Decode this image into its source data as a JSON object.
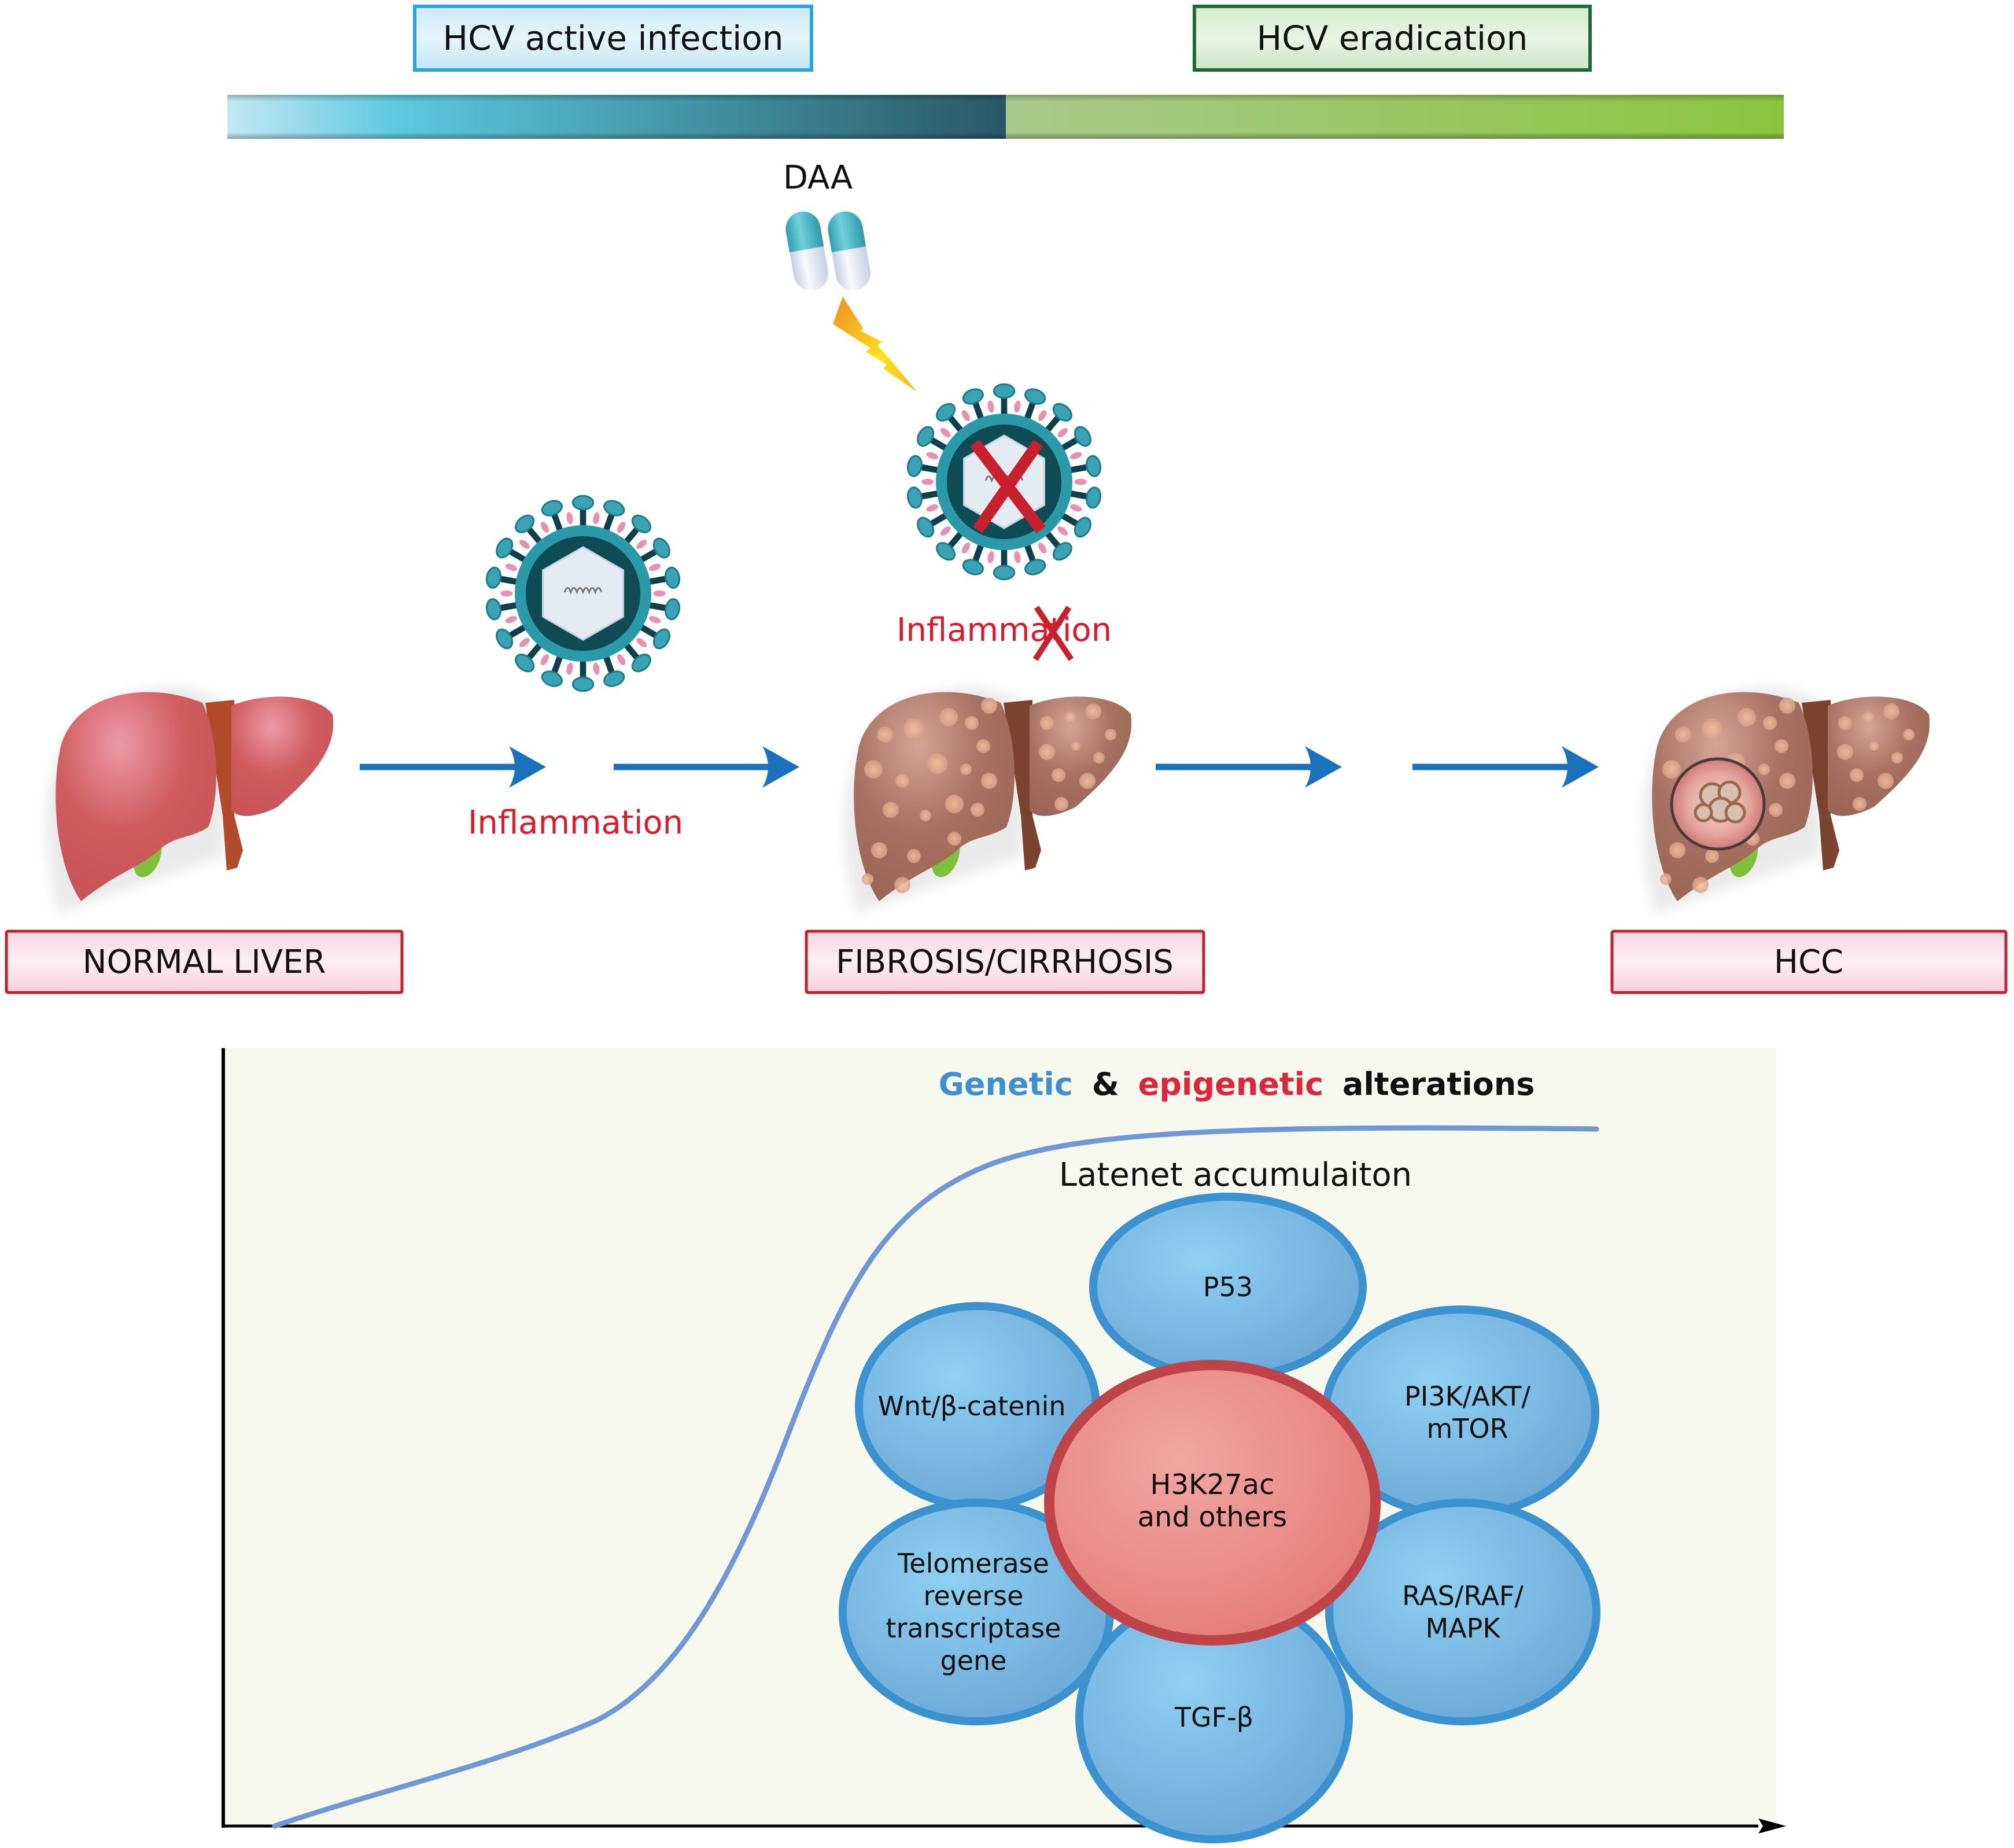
{
  "phases": {
    "active": {
      "label": "HCV active infection",
      "fill": "#c9eaf5",
      "stroke": "#29a6de"
    },
    "eradication": {
      "label": "HCV eradication",
      "fill": "#d6ecd0",
      "stroke": "#1d6b38"
    }
  },
  "timeline_bar": {
    "left_colors": [
      "#bfe6f4",
      "#58c6dd",
      "#2b5c6c"
    ],
    "right_colors": [
      "#a7c98a",
      "#8cc43e"
    ]
  },
  "treatment": {
    "label": "DAA",
    "pill_cap": "#3fb1c0",
    "pill_body": "#e8edf6",
    "lightning": "#f7c51e"
  },
  "virus": {
    "shell": "#2a9aa8",
    "core": "#0f4b55",
    "capsid": "#e4ebf3",
    "spike_tip": "#3aa3b3",
    "pink": "#ea8fb2"
  },
  "blocked_mark": {
    "glyph": "X",
    "color": "#c8202c"
  },
  "inflammation": {
    "active_label": "Inflammation",
    "blocked_label": "Inflammation",
    "color": "#e0182a"
  },
  "arrow_color": "#1a72bd",
  "stages": [
    {
      "label": "NORMAL LIVER",
      "liver_color": "#ce5b5c",
      "nodules": false,
      "tumor": false
    },
    {
      "label": "FIBROSIS/CIRRHOSIS",
      "liver_color": "#a26c5c",
      "nodules": true,
      "tumor": false
    },
    {
      "label": "HCC",
      "liver_color": "#a26c5c",
      "nodules": true,
      "tumor": true
    }
  ],
  "stage_box": {
    "fill": "#fbe0ea",
    "stroke": "#c0232d"
  },
  "panel": {
    "background": "#f8f9ee",
    "title": {
      "part1": "Genetic",
      "part2": "&",
      "part3": "epigenetic",
      "part4": "alterations",
      "color1": "#3d8fd1",
      "color2": "#111111",
      "color3": "#e0243a",
      "color4": "#111111"
    },
    "subtitle": "Latenet accumulaiton",
    "curve_color": "#6f98d6",
    "center": {
      "lines": [
        "H3K27ac",
        "and others"
      ],
      "fill": "#ec9a93",
      "stroke": "#bf444a"
    },
    "petals": [
      {
        "id": "p53",
        "lines": [
          "P53"
        ]
      },
      {
        "id": "wnt",
        "lines": [
          "Wnt/β-catenin"
        ]
      },
      {
        "id": "pi3k",
        "lines": [
          "PI3K/AKT/",
          "mTOR"
        ]
      },
      {
        "id": "telomerase",
        "lines": [
          "Telomerase",
          "reverse",
          "transcriptase",
          "gene"
        ]
      },
      {
        "id": "ras",
        "lines": [
          "RAS/RAF/",
          "MAPK"
        ]
      },
      {
        "id": "tgf",
        "lines": [
          "TGF-β"
        ]
      }
    ],
    "petal_fill": "#7fbbe3",
    "petal_stroke": "#3c92cf"
  }
}
